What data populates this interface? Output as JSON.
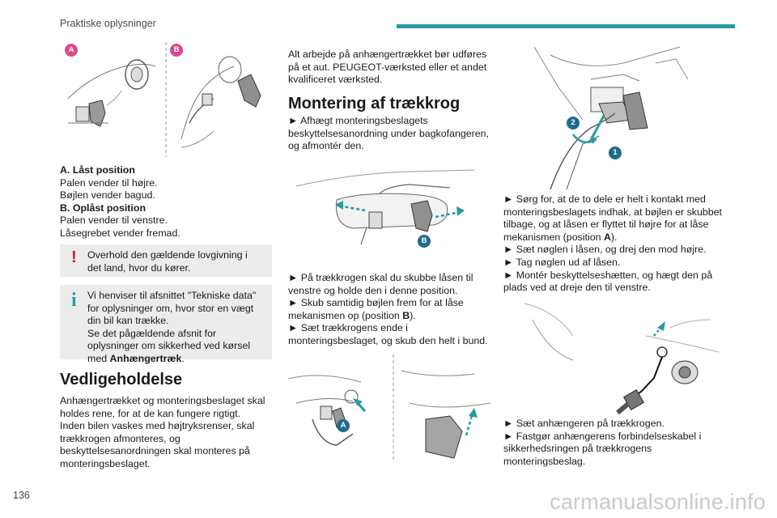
{
  "header": {
    "section_title": "Praktiske oplysninger",
    "accent_color": "#2a9aa0"
  },
  "page_number": "136",
  "watermark": "carmanualsonline.info",
  "left": {
    "figure_labels": {
      "a": "A",
      "b": "B"
    },
    "caption": {
      "a_title": "A. Låst position",
      "a_line1": "Palen vender til højre.",
      "a_line2": "Bøjlen vender bagud.",
      "b_title": "B. Oplåst position",
      "b_line1": "Palen vender til venstre.",
      "b_line2": "Låsegrebet vender fremad."
    },
    "warning": {
      "icon": "exclamation-icon",
      "text": "Overhold den gældende lovgivning i det land, hvor du kører."
    },
    "info": {
      "icon": "info-icon",
      "text1": "Vi henviser til afsnittet \"Tekniske data\" for oplysninger om, hvor stor en vægt din bil kan trække.",
      "text2_pre": "Se det pågældende afsnit for oplysninger om sikkerhed ved kørsel med ",
      "text2_bold": "Anhængertræk",
      "text2_post": "."
    },
    "maintenance": {
      "heading": "Vedligeholdelse",
      "line1": "Anhængertrækket og monteringsbeslaget skal holdes rene, for at de kan fungere rigtigt.",
      "line2": "Inden bilen vaskes med højtryksrenser, skal trækkrogen afmonteres, og beskyttelsesanordningen skal monteres på monteringsbeslaget."
    }
  },
  "middle": {
    "intro": "Alt arbejde på anhængertrækket bør udføres på et aut. PEUGEOT-værksted eller et andet kvalificeret værksted.",
    "heading": "Montering af trækkrog",
    "step1": "► Afhægt monteringsbeslagets beskyttelsesanordning under bagkofangeren, og afmontér den.",
    "figure_label_b": "B",
    "step2": "► På trækkrogen skal du skubbe låsen til venstre og holde den i denne position.",
    "step3_pre": "► Skub samtidig bøjlen frem for at låse mekanismen op (position ",
    "step3_bold": "B",
    "step3_post": ").",
    "step4": "► Sæt trækkrogens ende i monteringsbeslaget, og skub den helt i bund.",
    "figure_label_a": "A"
  },
  "right": {
    "figure_labels": {
      "one": "1",
      "two": "2"
    },
    "step1_pre": "► Sørg for, at de to dele er helt i kontakt med monteringsbeslagets indhak, at bøjlen er skubbet tilbage, og at låsen er flyttet til højre for at låse mekanismen (position ",
    "step1_bold": "A",
    "step1_post": ").",
    "step2": "► Sæt nøglen i låsen, og drej den mod højre.",
    "step3": "► Tag nøglen ud af låsen.",
    "step4": "► Montér beskyttelseshætten, og hægt den på plads ved at dreje den til venstre.",
    "step5": "► Sæt anhængeren på trækkrogen.",
    "step6": "► Fastgør anhængerens forbindelseskabel i sikkerhedsringen på trækkrogens monteringsbeslag."
  }
}
